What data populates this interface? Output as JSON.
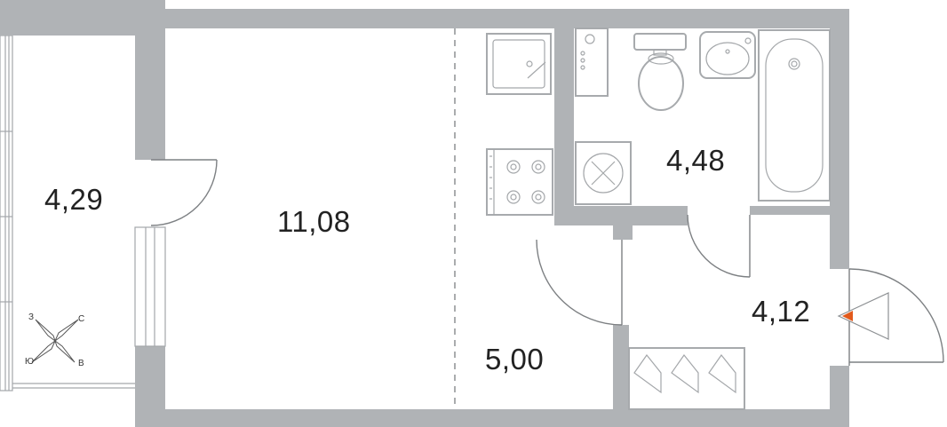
{
  "rooms": [
    {
      "id": "balcony",
      "area": "4,29"
    },
    {
      "id": "living",
      "area": "11,08"
    },
    {
      "id": "bathroom",
      "area": "4,48"
    },
    {
      "id": "kitchen",
      "area": "5,00"
    },
    {
      "id": "hall",
      "area": "4,12"
    }
  ],
  "compass": {
    "n": "С",
    "s": "Ю",
    "w": "З",
    "e": "В"
  },
  "colors": {
    "wall": "#b0b3b6",
    "entrance_marker": "#e25a1c"
  },
  "icons": [
    "compass-icon",
    "stove-icon",
    "sink-icon",
    "toilet-icon",
    "bathtub-icon",
    "washer-icon",
    "hanger-icon",
    "entrance-arrow-icon"
  ]
}
